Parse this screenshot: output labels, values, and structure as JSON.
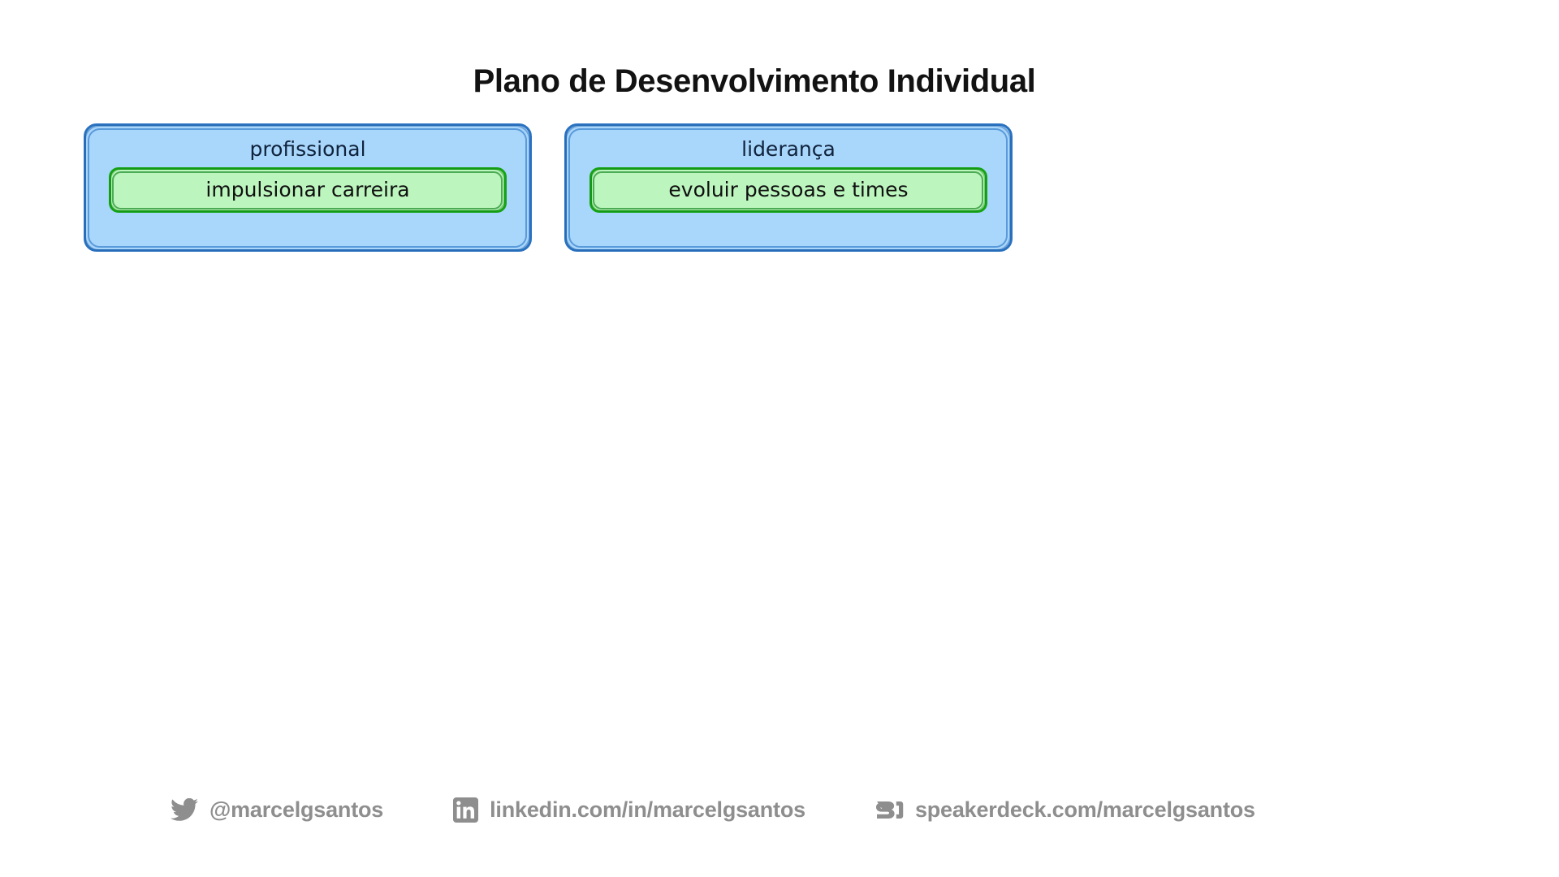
{
  "slide": {
    "title": "Plano de Desenvolvimento Individual"
  },
  "cards": [
    {
      "title": "profissional",
      "goal": "impulsionar carreira"
    },
    {
      "title": "liderança",
      "goal": "evoluir pessoas e times"
    }
  ],
  "footer": {
    "items": [
      {
        "icon": "twitter-icon",
        "label": "@marcelgsantos"
      },
      {
        "icon": "linkedin-icon",
        "label": "linkedin.com/in/marcelgsantos"
      },
      {
        "icon": "speakerdeck-icon",
        "label": "speakerdeck.com/marcelgsantos"
      }
    ]
  },
  "colors": {
    "background": "#ffffff",
    "title_text": "#121212",
    "card_fill": "#a9d6fb",
    "card_border": "#2a72c0",
    "goal_fill": "#bcf5bd",
    "goal_border": "#16a316",
    "footer_text": "#8e8e8e"
  }
}
